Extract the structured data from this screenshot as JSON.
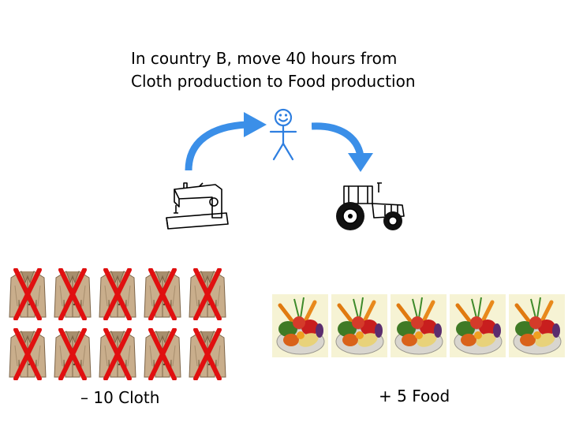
{
  "title": {
    "line1": "In country B, move 40 hours from",
    "line2": "Cloth production to Food production"
  },
  "icons": {
    "worker": "stick-figure-smiley-icon",
    "sewing_machine": "sewing-machine-icon",
    "tractor": "tractor-icon",
    "cloth": "jacket-icon",
    "cross": "red-x-icon",
    "food": "vegetable-bowl-icon",
    "arrow": "curved-arrow-icon"
  },
  "colors": {
    "arrow": "#3b8fe8",
    "worker": "#2f7fe0",
    "cross": "#e01010",
    "jacket": "#c9ae8c"
  },
  "cloth": {
    "count": 10,
    "crossed": true,
    "caption": "– 10 Cloth"
  },
  "food": {
    "count": 5,
    "caption": "+ 5 Food"
  }
}
